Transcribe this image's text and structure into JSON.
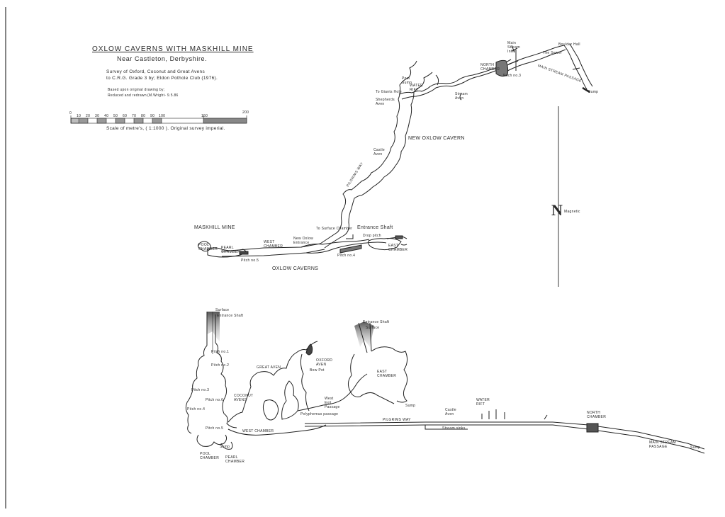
{
  "title_block": {
    "title": "OXLOW CAVERNS WITH MASKHILL MINE",
    "subtitle": "Near Castleton, Derbyshire.",
    "survey_line1": "Survey of Oxford, Coconut and Great Avens",
    "survey_line2": "to C.R.G. Grade 3 by; Eldon Pothole Club (1976).",
    "based_line1": "Based upon original drawing by;",
    "based_line2": "Reduced and redrawn",
    "redrawn_by": "(M.Wright- 9.5.86"
  },
  "scale_bar": {
    "ticks": [
      "0",
      "10",
      "20",
      "30",
      "40",
      "50",
      "60",
      "70",
      "80",
      "90",
      "100",
      "150",
      "200"
    ],
    "caption": "Scale of metre's, ( 1:1000 ). Original survey imperial."
  },
  "north_arrow": {
    "letter": "N",
    "caption": "Magnetic"
  },
  "plan": {
    "labels": {
      "maskhill_mine": "MASKHILL MINE",
      "pool_chamber": "POOL CHAMBER",
      "pearl_chamber": "PEARL CHAMBER",
      "west_chamber": "WEST CHAMBER",
      "new_oxlow_entrance": "New Oxlow Entrance",
      "to_surface_chamber": "To Surface Chamber",
      "entrance_shaft": "Entrance Shaft",
      "east_chamber": "EAST CHAMBER",
      "oxlow_caverns": "OXLOW CAVERNS",
      "pilgrims_way": "PILGRIMS WAY",
      "new_oxlow_cavern": "NEW OXLOW CAVERN",
      "castle_aven": "Castle Aven",
      "shepherds_aven": "Shepherds Aven",
      "to_giants_hole": "To Giants Hole",
      "water_rift": "WATER RIFT",
      "pool_sump": "Pool Sump",
      "stream_aven": "Stream Aven",
      "north_chamber": "NORTH CHAMBER",
      "main_stream_inlet": "Main Stream Inlet",
      "the_sewer": "The Sewer",
      "boulder_hall": "Boulder Hall",
      "main_stream_passage": "MAIN STREAM PASSAGE",
      "sump": "Sump",
      "pitch_no5": "Pitch no.5",
      "pitch_no4": "Pitch no.4",
      "pitch_no3": "Pitch no.3",
      "drop_pitch": "Drop pitch"
    }
  },
  "section": {
    "labels": {
      "surface_left": "Surface",
      "entrance_shaft_left": "Entrance Shaft",
      "pitch_no1": "Pitch no.1",
      "pitch_no2": "Pitch no.2",
      "pitch_no3": "Pitch no.3",
      "pitch_no4": "Pitch no.4",
      "pitch_no5": "Pitch no.5",
      "pitch_no6": "Pitch no.6",
      "great_aven": "GREAT AVEN",
      "oxford_aven": "OXFORD AVEN",
      "coconut_avens": "COCONUT AVENS",
      "bow_pot": "Bow Pot",
      "west_chamber": "WEST CHAMBER",
      "pool_chamber": "POOL CHAMBER",
      "pearl_chamber": "PEARL CHAMBER",
      "sump_left": "Sump",
      "polyphemus": "Polyphemus passage",
      "west_exit": "West Exit Passage",
      "entrance_shaft_right": "Entrance Shaft",
      "surface_right": "Surface",
      "east_chamber": "EAST CHAMBER",
      "sump_east": "Sump",
      "pilgrims_way": "PILGRIMS WAY",
      "castle_aven": "Castle Aven",
      "water_rift": "WATER RIFT",
      "stream_sinks": "Stream sinks",
      "north_chamber": "NORTH CHAMBER",
      "main_stream_passage": "MAIN STREAM PASSAGE",
      "sump_right": "Sump"
    }
  }
}
